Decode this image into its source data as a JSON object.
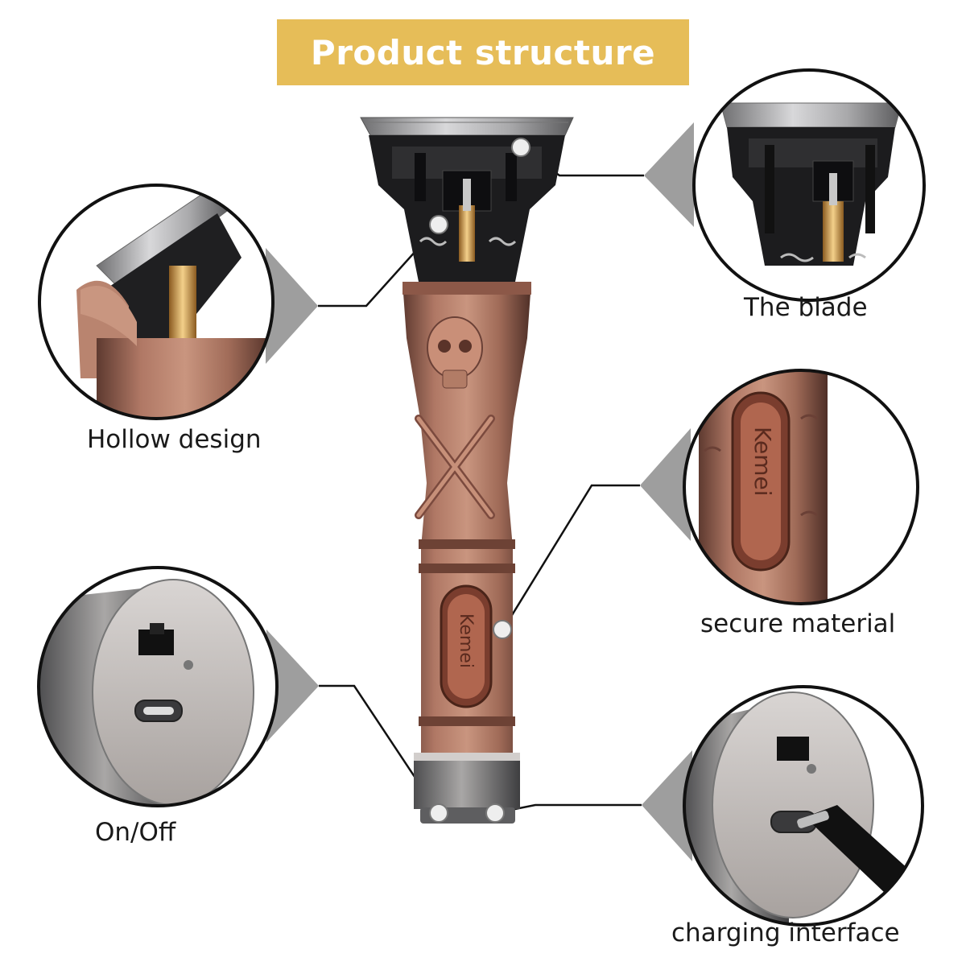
{
  "title": "Product structure",
  "brand_text": "Kemei",
  "colors": {
    "title_banner": "#e6bd58",
    "body_copper": "#9a6150",
    "blade_black": "#1c1c1e",
    "steel": "#b7b7b9"
  },
  "callouts": [
    {
      "id": "blade",
      "label": "The blade"
    },
    {
      "id": "hollow",
      "label": "Hollow design"
    },
    {
      "id": "material",
      "label": "secure material"
    },
    {
      "id": "onoff",
      "label": "On/Off"
    },
    {
      "id": "charging",
      "label": "charging interface"
    }
  ]
}
